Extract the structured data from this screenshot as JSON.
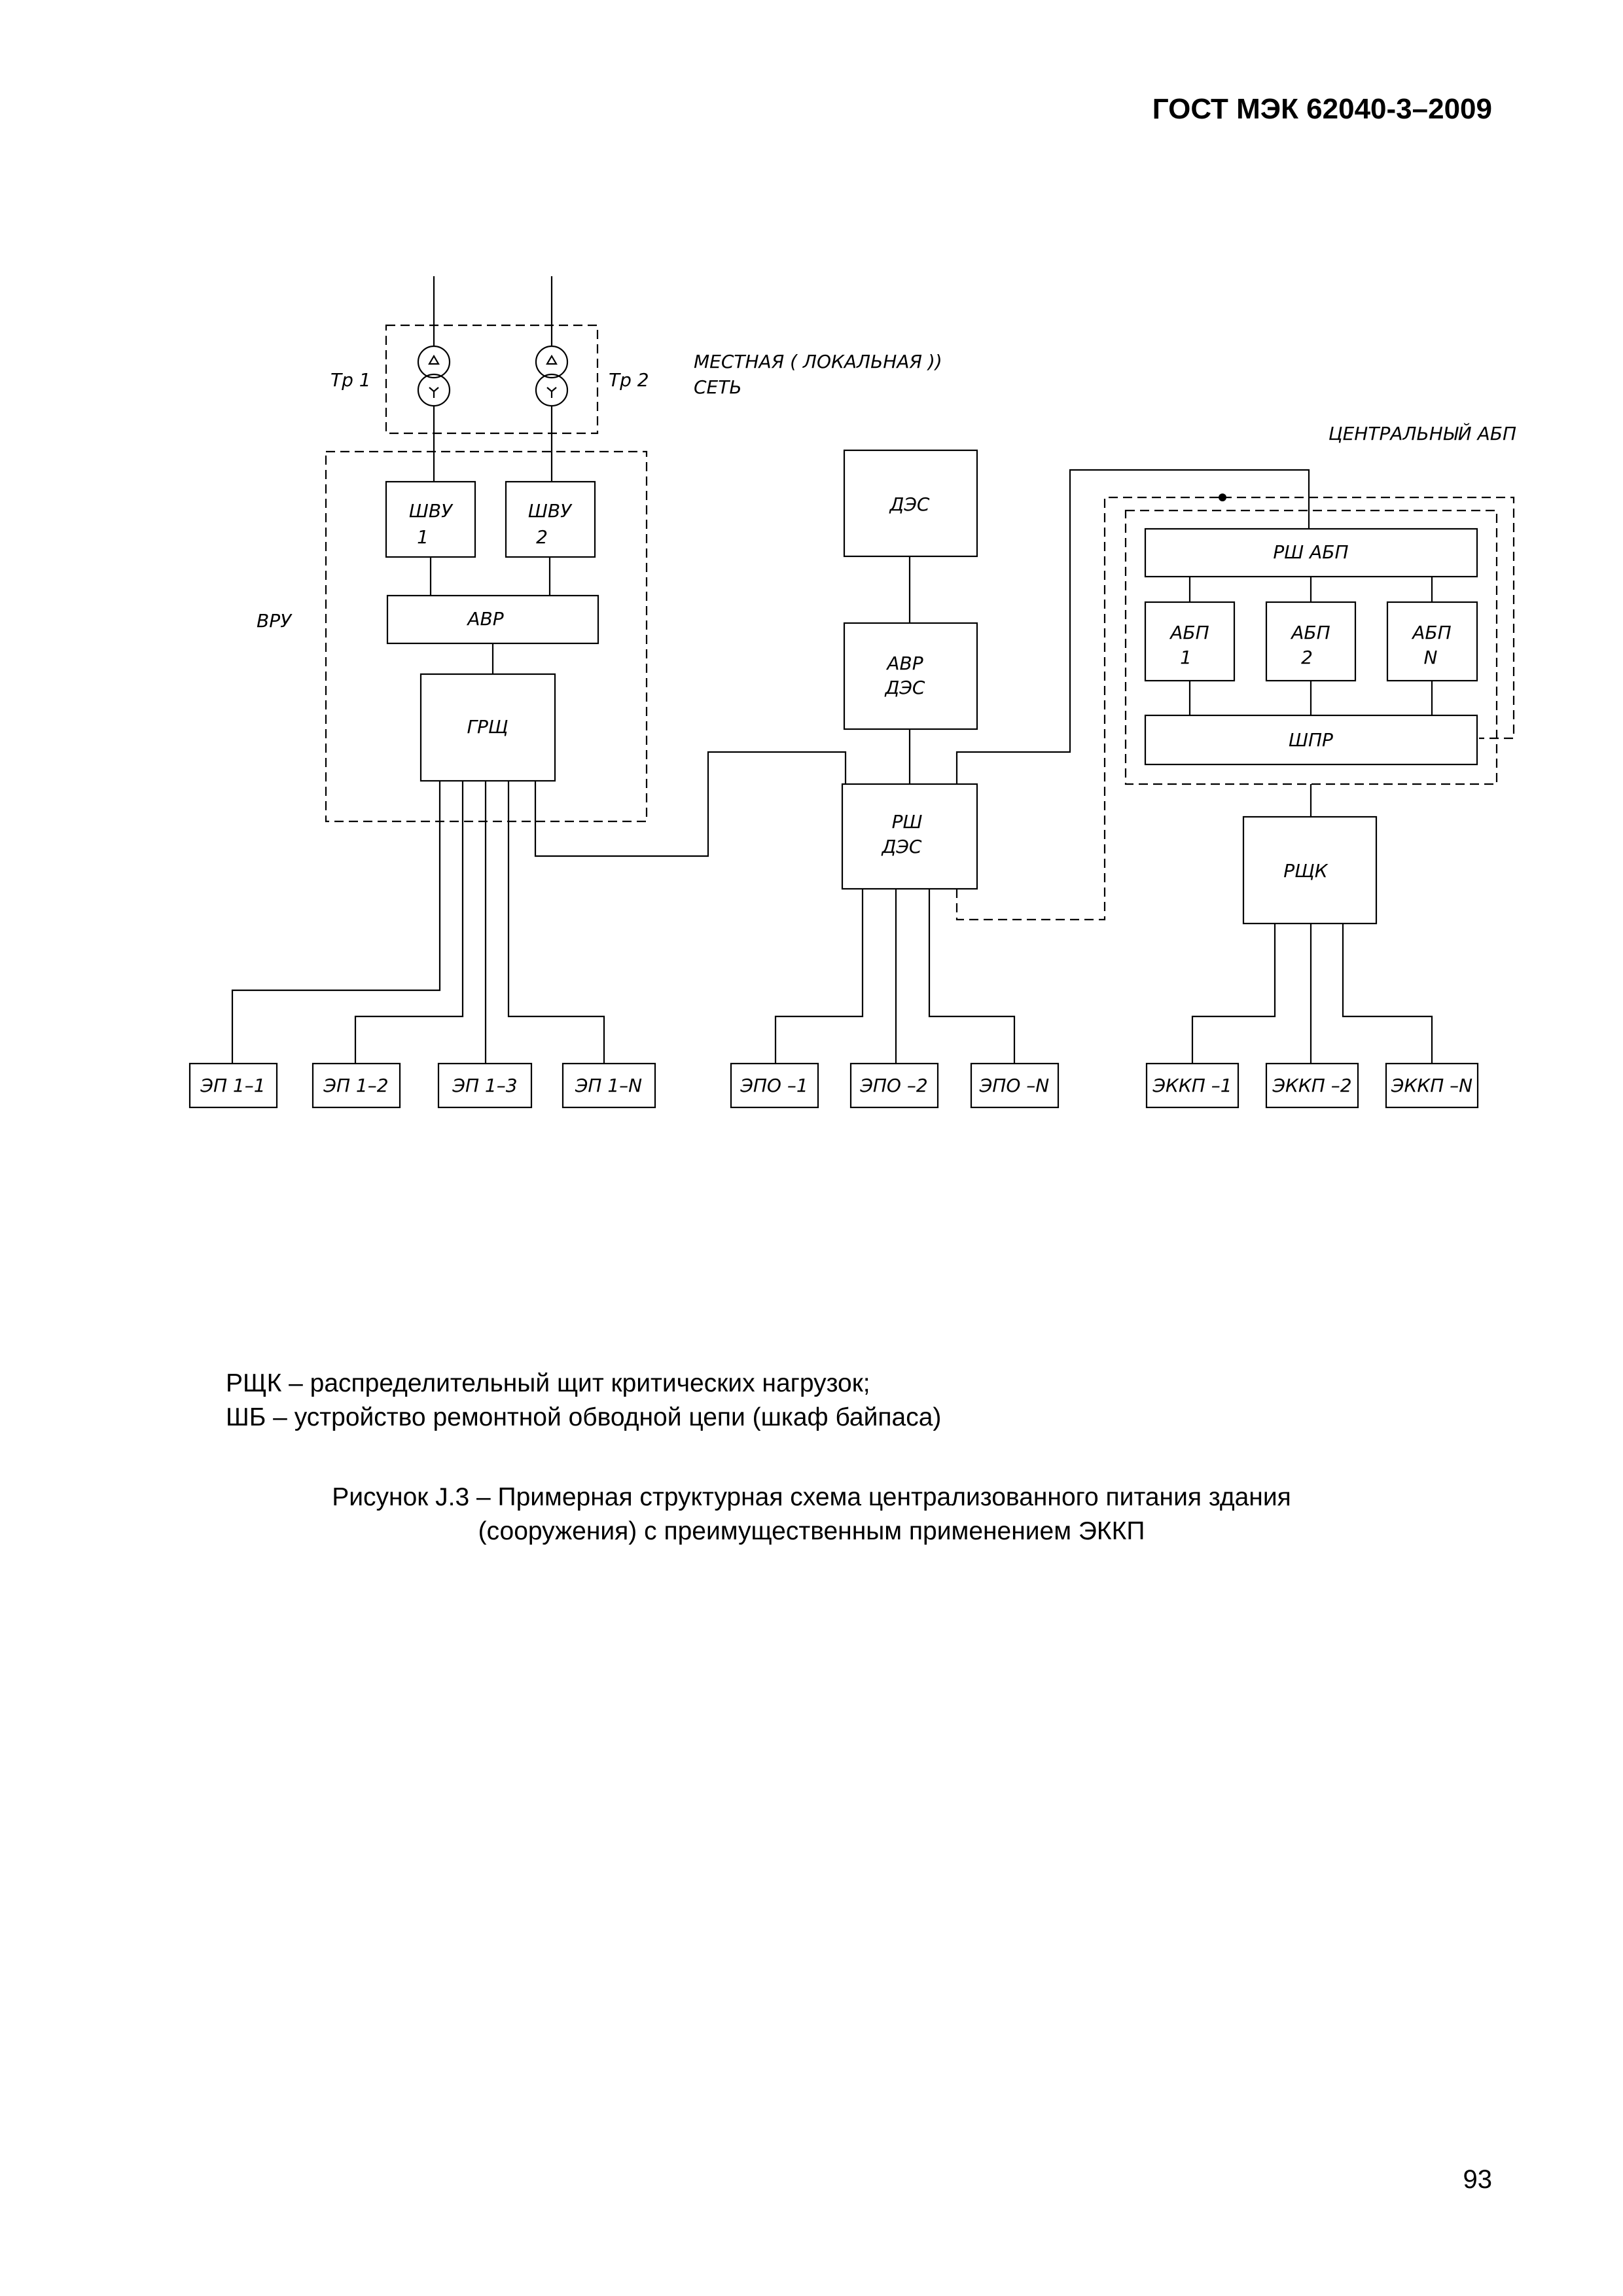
{
  "header": {
    "standard": "ГОСТ МЭК 62040-3–2009"
  },
  "diagram": {
    "labels": {
      "tr1": "Тр 1",
      "tr2": "Тр 2",
      "local_net_1": "МЕСТНАЯ  ( ЛОКАЛЬНАЯ ))",
      "local_net_2": "СЕТЬ",
      "vru": "ВРУ",
      "central_ups": "ЦЕНТРАЛЬНЫЙ АБП"
    },
    "blocks": {
      "shvu1_1": "ШВУ",
      "shvu1_2": "1",
      "shvu2_1": "ШВУ",
      "shvu2_2": "2",
      "avr": "АВР",
      "grsch": "ГРЩ",
      "des": "ДЭС",
      "avr_des_1": "АВР",
      "avr_des_2": "ДЭС",
      "rsh_des_1": "РШ",
      "rsh_des_2": "ДЭС",
      "rsh_abp": "РШ  АБП",
      "abp1_1": "АБП",
      "abp1_2": "1",
      "abp2_1": "АБП",
      "abp2_2": "2",
      "abpn_1": "АБП",
      "abpn_2": "N",
      "shpr": "ШПР",
      "rschk": "РЩК"
    },
    "loads": {
      "ep1_1": "ЭП 1–1",
      "ep1_2": "ЭП 1–2",
      "ep1_3": "ЭП 1–3",
      "ep1_n": "ЭП 1–N",
      "epo_1": "ЭПО –1",
      "epo_2": "ЭПО –2",
      "epo_n": "ЭПО –N",
      "ekkp_1": "ЭККП –1",
      "ekkp_2": "ЭККП –2",
      "ekkp_n": "ЭККП –N"
    }
  },
  "legend": {
    "line1": "РЩК – распределительный щит критических нагрузок;",
    "line2": "ШБ – устройство ремонтной обводной цепи (шкаф байпаса)"
  },
  "caption": {
    "line1": "Рисунок J.3 – Примерная структурная схема централизованного питания здания",
    "line2": "(сооружения) с преимущественным применением ЭККП"
  },
  "page_number": "93"
}
